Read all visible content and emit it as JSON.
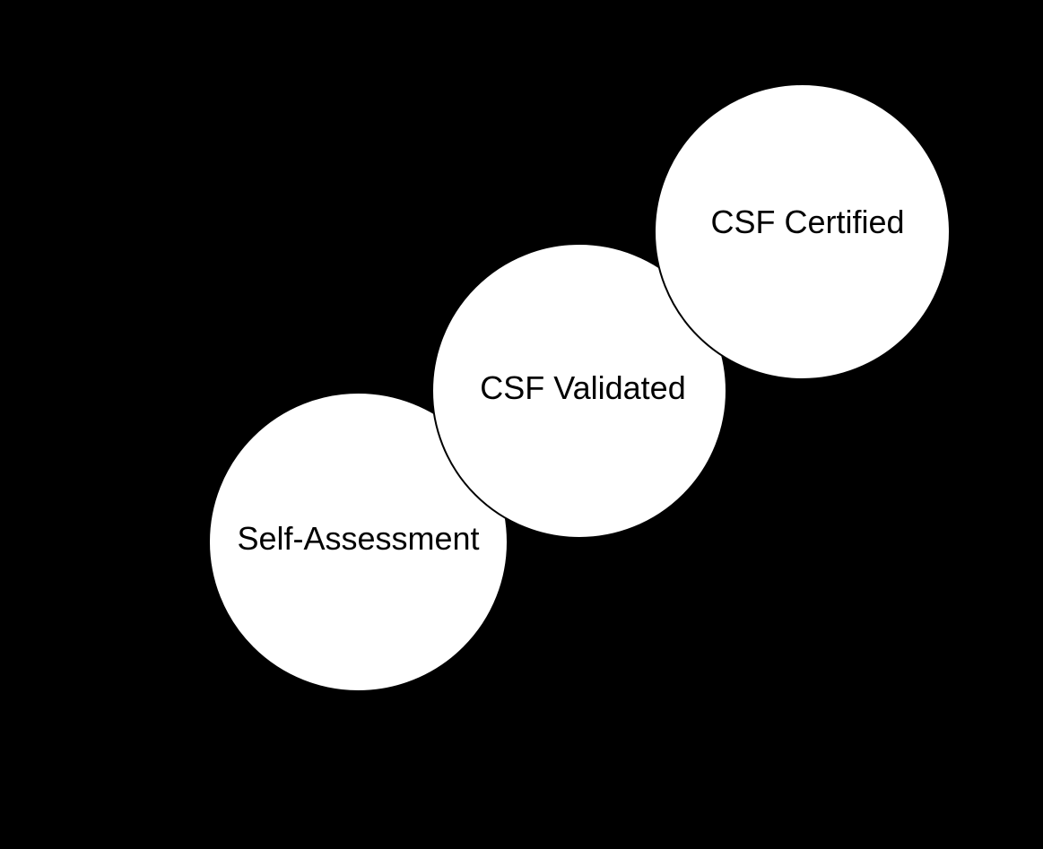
{
  "diagram": {
    "type": "overlapping-circle-steps",
    "steps": [
      {
        "id": "self-assessment",
        "label": "Self-Assessment"
      },
      {
        "id": "csf-validated",
        "label": "CSF Validated"
      },
      {
        "id": "csf-certified",
        "label": "CSF Certified"
      }
    ],
    "colors": {
      "background": "#000000",
      "circle_fill": "#ffffff",
      "circle_outline": "#000000",
      "label_text": "#000000"
    }
  }
}
